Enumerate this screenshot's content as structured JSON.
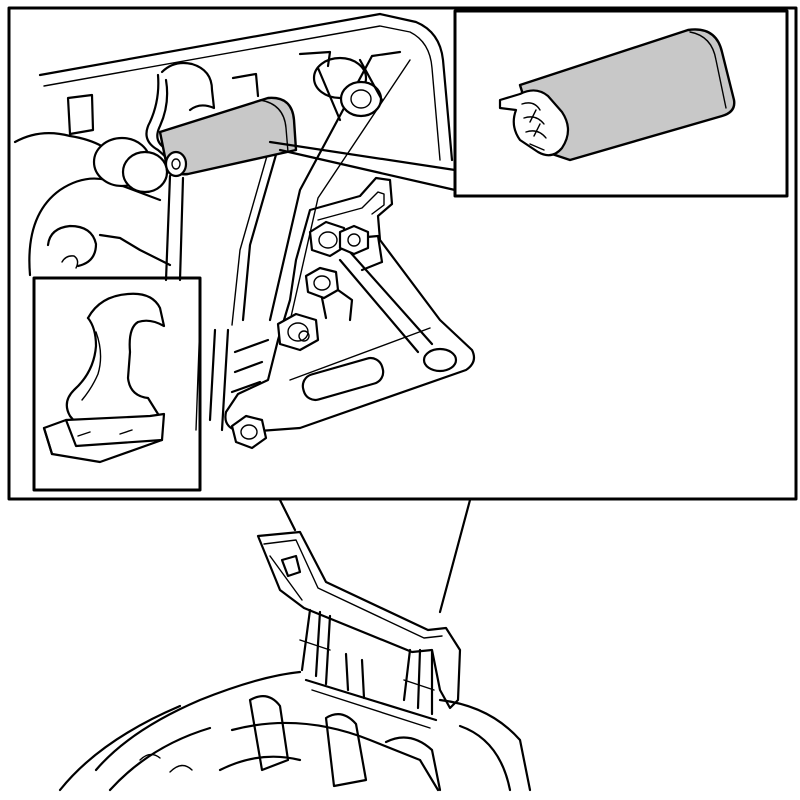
{
  "figure": {
    "views": [
      {
        "id": "main-detail-view",
        "icon": "hinge-assembly-detail-icon"
      },
      {
        "id": "seal-inset",
        "icon": "seal-strip-icon"
      },
      {
        "id": "clip-inset",
        "icon": "hinge-clip-icon"
      },
      {
        "id": "overview-view",
        "icon": "open-lid-overview-icon"
      }
    ],
    "colors": {
      "line": "#000000",
      "background": "#ffffff",
      "highlight": "#c8c8c8"
    }
  }
}
